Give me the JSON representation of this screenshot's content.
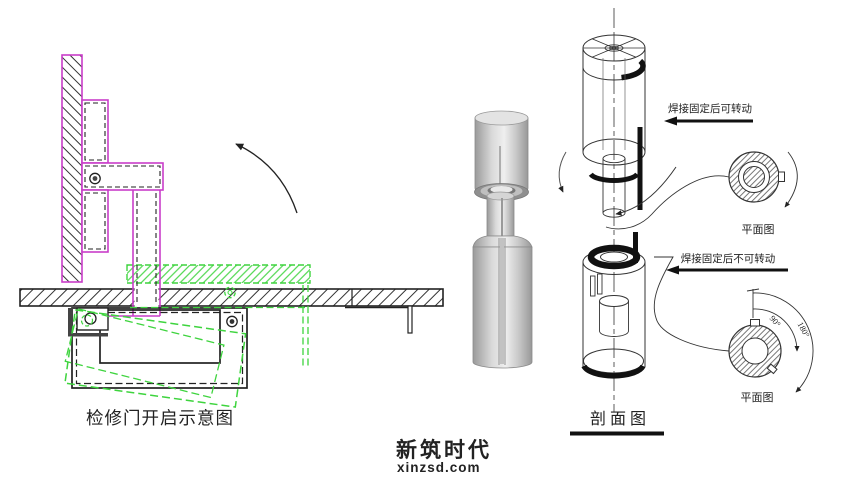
{
  "colors": {
    "magenta": "#c93ec9",
    "green": "#3ed43e",
    "line_black": "#222222",
    "metal_gray": "#c9c9c9",
    "watermark_orange": "#f5813b",
    "watermark_orange_light": "#f89a62"
  },
  "left_diagram": {
    "title": "检修门开启示意图"
  },
  "hinge_detail": {
    "weld_rotatable_note": "焊接固定后可转动",
    "weld_fixed_note": "焊接固定后不可转动",
    "plan_view_top_label": "平面图",
    "plan_view_bottom_label": "平面图",
    "section_view_label": "剖面图",
    "swing_angle_inner": "90°",
    "swing_angle_outer": "180°"
  },
  "watermark": {
    "brand": "新筑时代",
    "domain": "xinzsd.com"
  }
}
